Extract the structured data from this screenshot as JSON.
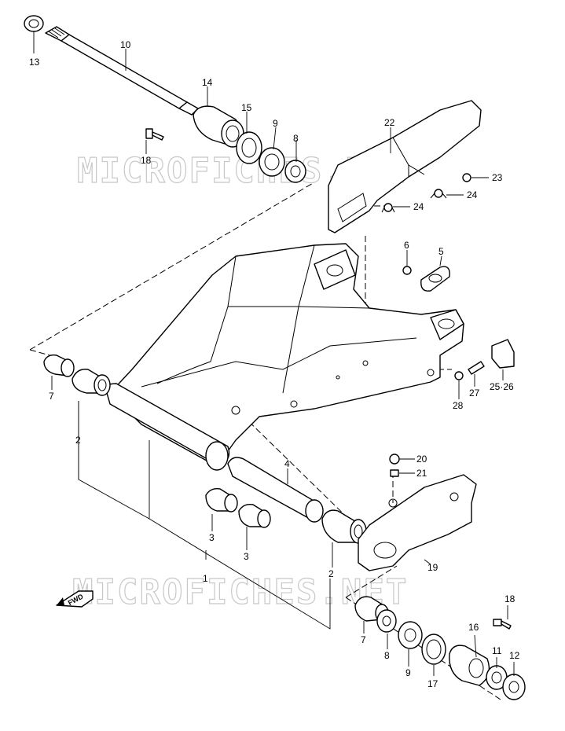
{
  "watermarks": [
    "MICROFICHES.NET",
    "MICROFICHES.NET"
  ],
  "fwd_label": "FWD",
  "callouts": {
    "c1": "1",
    "c2a": "2",
    "c2b": "2",
    "c3a": "3",
    "c3b": "3",
    "c4": "4",
    "c5": "5",
    "c6": "6",
    "c7a": "7",
    "c7b": "7",
    "c8a": "8",
    "c8b": "8",
    "c9a": "9",
    "c9b": "9",
    "c10": "10",
    "c11": "11",
    "c12": "12",
    "c13": "13",
    "c14": "14",
    "c15": "15",
    "c16": "16",
    "c17": "17",
    "c18a": "18",
    "c18b": "18",
    "c19": "19",
    "c20": "20",
    "c21": "21",
    "c22": "22",
    "c23": "23",
    "c24a": "24",
    "c24b": "24",
    "c25": "25·26",
    "c27": "27",
    "c28": "28"
  },
  "colors": {
    "line": "#000000",
    "watermark": "#c8c8c8",
    "background": "#ffffff"
  }
}
